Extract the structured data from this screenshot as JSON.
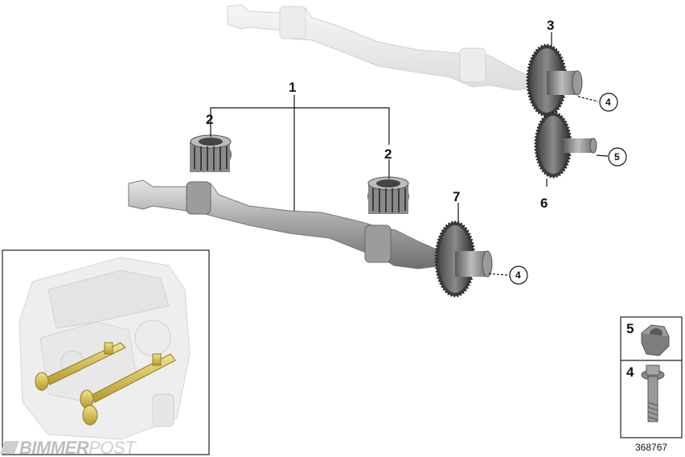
{
  "callouts": {
    "shaft": "1",
    "bearing_left": "2",
    "bearing_right": "2",
    "gear_upper": "3",
    "bolt_upper": "4",
    "nut": "5",
    "gear_idler": "6",
    "gear_lower": "7",
    "bolt_lower": "4"
  },
  "legend": {
    "nut_number": "5",
    "bolt_number": "4"
  },
  "diagram_id": "368767",
  "watermark": {
    "prefix": "BIMMER",
    "suffix": "POST"
  }
}
